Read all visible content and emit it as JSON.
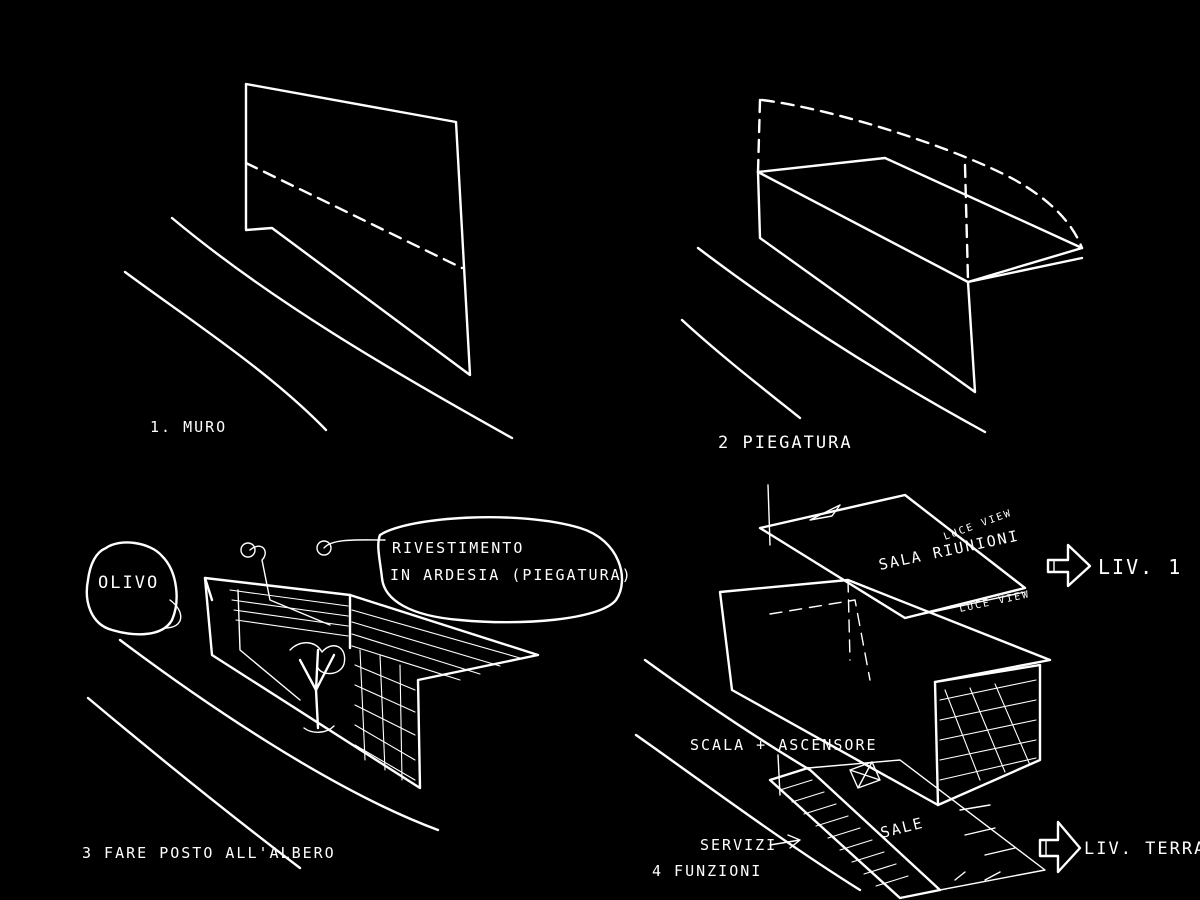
{
  "panels": {
    "p1": {
      "label": "1. MURO"
    },
    "p2": {
      "label": "2 PIEGATURA"
    },
    "p3": {
      "label": "3 FARE POSTO ALL'ALBERO",
      "callout_tree": "OLIVO",
      "callout_cladding_line1": "RIVESTIMENTO",
      "callout_cladding_line2": "IN ARDESIA (PIEGATURA)"
    },
    "p4": {
      "upper_volume": "SALA RIUNIONI",
      "note_top": "LUCE VIEW",
      "note_bottom": "LUCE VIEW",
      "level_1": "LIV. 1",
      "level_ground": "LIV. TERRA",
      "stair": "SCALA + ASCENSORE",
      "services": "SERVIZI",
      "functions": "4 FUNZIONI",
      "hall": "SALE"
    }
  }
}
